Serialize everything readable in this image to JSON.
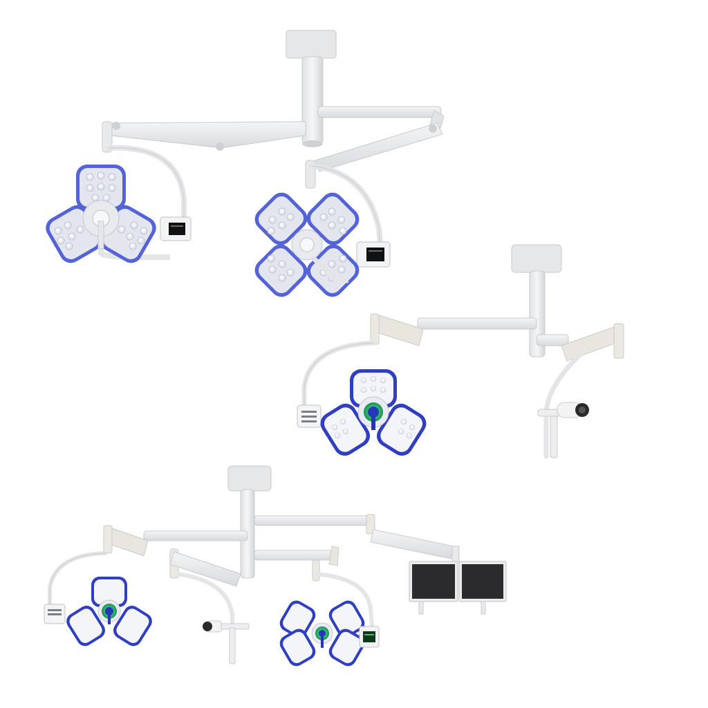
{
  "colors": {
    "background": "#ffffff",
    "arm": "#e9eaec",
    "arm_edge": "#c9cbcf",
    "arm_shadow": "#d5d7da",
    "lamp_rim": "#5563d8",
    "lamp_rim_dark": "#2f3fc0",
    "lamp_face": "#dfe2ea",
    "led": "#f6f7fb",
    "led_ring": "#b9bfd0",
    "green_glow": "#39d17a",
    "monitor": "#2b2b2d",
    "screen_panel": "#111111"
  },
  "icons": {
    "lamp": "surgical-led-lamp-icon",
    "camera": "camera-icon",
    "monitor": "monitor-icon",
    "control_panel": "control-panel-icon"
  },
  "configurations": [
    {
      "id": "top",
      "lamps": [
        "three-petal",
        "four-petal"
      ]
    },
    {
      "id": "middle",
      "lamps": [
        "three-petal"
      ],
      "accessories": [
        "camera"
      ]
    },
    {
      "id": "bottom",
      "lamps": [
        "three-petal",
        "four-petal"
      ],
      "accessories": [
        "camera",
        "dual-monitor"
      ]
    }
  ]
}
